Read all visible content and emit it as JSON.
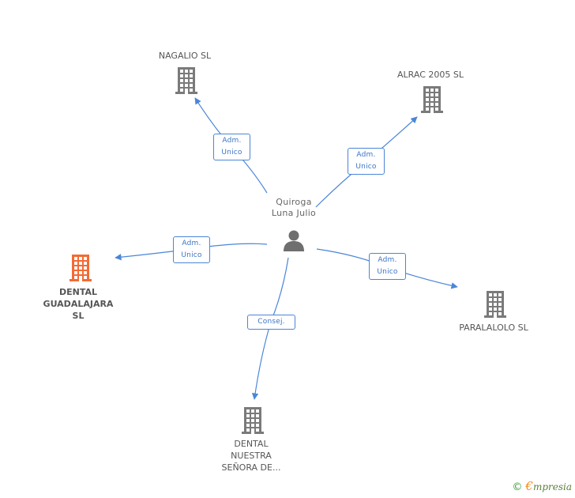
{
  "center": {
    "lines": [
      "Quiroga",
      "Luna Julio"
    ],
    "icon": "person-icon"
  },
  "nodes": [
    {
      "id": "nagalio",
      "label": [
        "NAGALIO SL"
      ],
      "icon": "building-icon",
      "color": "#7a7a7a",
      "highlight": false
    },
    {
      "id": "alrac",
      "label": [
        "ALRAC 2005 SL"
      ],
      "icon": "building-icon",
      "color": "#7a7a7a",
      "highlight": false
    },
    {
      "id": "dental-guadalajara",
      "label": [
        "DENTAL",
        "GUADALAJARA",
        "SL"
      ],
      "icon": "building-icon",
      "color": "#f26b35",
      "highlight": true
    },
    {
      "id": "paralalolo",
      "label": [
        "PARALALOLO SL"
      ],
      "icon": "building-icon",
      "color": "#7a7a7a",
      "highlight": false
    },
    {
      "id": "dental-nuestra",
      "label": [
        "DENTAL",
        "NUESTRA",
        "SEÑORA DE..."
      ],
      "icon": "building-icon",
      "color": "#7a7a7a",
      "highlight": false
    }
  ],
  "edges": [
    {
      "target": "nagalio",
      "label": [
        "Adm.",
        "Unico"
      ]
    },
    {
      "target": "alrac",
      "label": [
        "Adm.",
        "Unico"
      ]
    },
    {
      "target": "dental-guadalajara",
      "label": [
        "Adm.",
        "Unico"
      ]
    },
    {
      "target": "paralalolo",
      "label": [
        "Adm.",
        "Unico"
      ]
    },
    {
      "target": "dental-nuestra",
      "label": [
        "Consej."
      ]
    }
  ],
  "footer": {
    "copyright_symbol": "©",
    "brand_initial": "€",
    "brand_rest": "mpresia"
  },
  "colors": {
    "edge": "#4a86d8",
    "highlight": "#f26b35",
    "neutral": "#7a7a7a"
  }
}
